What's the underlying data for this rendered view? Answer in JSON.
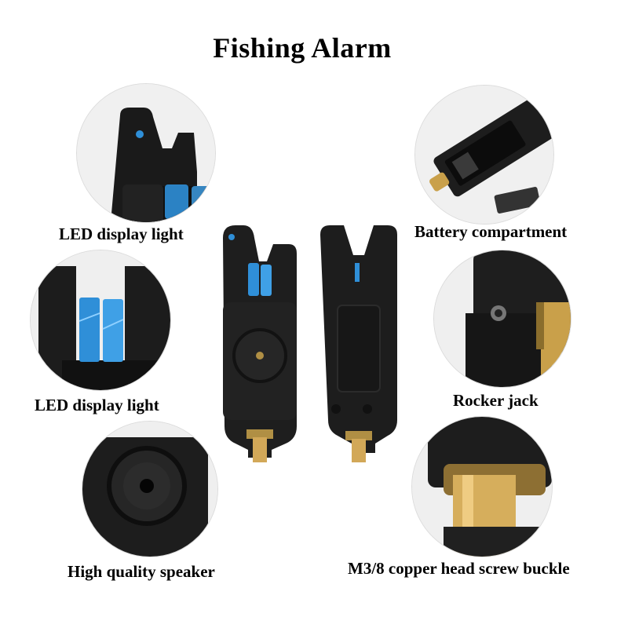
{
  "title": "Fishing Alarm",
  "captions": {
    "led_top": "LED display light",
    "led_mid": "LED display light",
    "speaker": "High quality speaker",
    "battery": "Battery compartment",
    "rocker": "Rocker jack",
    "screw": "M3/8 copper head screw buckle"
  },
  "colors": {
    "body": "#1c1c1c",
    "led_blue": "#2f8fd8",
    "brass": "#c9a04a",
    "background": "#ffffff"
  }
}
